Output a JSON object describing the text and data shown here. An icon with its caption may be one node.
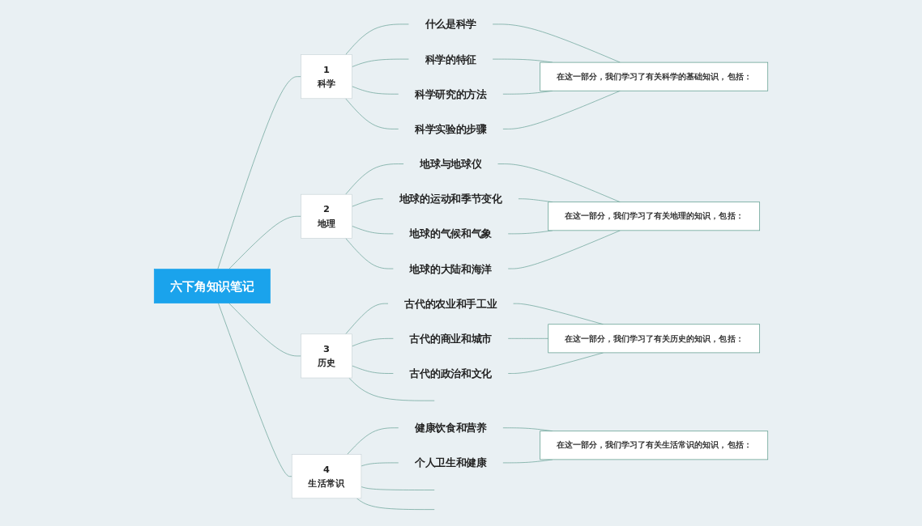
{
  "diagram": {
    "nodes": [
      {
        "text": [
          "六下角知识笔记"
        ]
      },
      {
        "text": [
          "1",
          "科学"
        ]
      },
      {
        "text": [
          "什么是科学"
        ]
      },
      {
        "text": [
          "科学的特征"
        ]
      },
      {
        "text": [
          "科学研究的方法"
        ]
      },
      {
        "text": [
          "科学实验的步骤"
        ]
      },
      {
        "text": [
          "在这一部分，我们学习了有关科学的基础知识，包括："
        ]
      },
      {
        "text": [
          "2",
          "地理"
        ]
      },
      {
        "text": [
          "地球与地球仪"
        ]
      },
      {
        "text": [
          "地球的运动和季节变化"
        ]
      },
      {
        "text": [
          "地球的气候和气象"
        ]
      },
      {
        "text": [
          "地球的大陆和海洋"
        ]
      },
      {
        "text": [
          "在这一部分，我们学习了有关地理的知识，包括："
        ]
      },
      {
        "text": [
          "3",
          "历史"
        ]
      },
      {
        "text": [
          "古代的农业和手工业"
        ]
      },
      {
        "text": [
          "古代的商业和城市"
        ]
      },
      {
        "text": [
          "古代的政治和文化"
        ]
      },
      {
        "text": [
          "在这一部分，我们学习了有关历史的知识，包括："
        ]
      },
      {
        "text": [
          "4",
          "生活常识"
        ]
      },
      {
        "text": [
          "健康饮食和营养"
        ]
      },
      {
        "text": [
          "个人卫生和健康"
        ]
      },
      {
        "text": [
          "在这一部分，我们学习了有关生活常识的知识，包括："
        ]
      }
    ],
    "edges": [
      {
        "from": 0,
        "to": 1,
        "arrow": "none"
      },
      {
        "from": 0,
        "to": 7,
        "arrow": "none"
      },
      {
        "from": 0,
        "to": 13,
        "arrow": "none"
      },
      {
        "from": 0,
        "to": 18,
        "arrow": "none"
      },
      {
        "from": 1,
        "to": 2,
        "arrow": "none"
      },
      {
        "from": 1,
        "to": 3,
        "arrow": "none"
      },
      {
        "from": 1,
        "to": 4,
        "arrow": "none"
      },
      {
        "from": 1,
        "to": 5,
        "arrow": "none"
      },
      {
        "from": 2,
        "to": 6,
        "arrow": "none"
      },
      {
        "from": 3,
        "to": 6,
        "arrow": "none"
      },
      {
        "from": 4,
        "to": 6,
        "arrow": "none"
      },
      {
        "from": 5,
        "to": 6,
        "arrow": "none"
      },
      {
        "from": 7,
        "to": 8,
        "arrow": "none"
      },
      {
        "from": 7,
        "to": 9,
        "arrow": "none"
      },
      {
        "from": 7,
        "to": 10,
        "arrow": "none"
      },
      {
        "from": 7,
        "to": 11,
        "arrow": "none"
      },
      {
        "from": 8,
        "to": 12,
        "arrow": "none"
      },
      {
        "from": 9,
        "to": 12,
        "arrow": "none"
      },
      {
        "from": 10,
        "to": 12,
        "arrow": "none"
      },
      {
        "from": 11,
        "to": 12,
        "arrow": "none"
      },
      {
        "from": 13,
        "to": 14,
        "arrow": "none"
      },
      {
        "from": 13,
        "to": 15,
        "arrow": "none"
      },
      {
        "from": 13,
        "to": 16,
        "arrow": "none"
      },
      {
        "from": 13,
        "to": null,
        "arrow": "none"
      },
      {
        "from": 14,
        "to": 17,
        "arrow": "none"
      },
      {
        "from": 15,
        "to": 17,
        "arrow": "none"
      },
      {
        "from": 16,
        "to": 17,
        "arrow": "none"
      },
      {
        "from": 18,
        "to": 19,
        "arrow": "none"
      },
      {
        "from": 18,
        "to": 20,
        "arrow": "none"
      },
      {
        "from": 18,
        "to": null,
        "arrow": "none"
      },
      {
        "from": 18,
        "to": null,
        "arrow": "none"
      },
      {
        "from": 19,
        "to": 21,
        "arrow": "none"
      },
      {
        "from": 20,
        "to": 21,
        "arrow": "none"
      }
    ]
  }
}
